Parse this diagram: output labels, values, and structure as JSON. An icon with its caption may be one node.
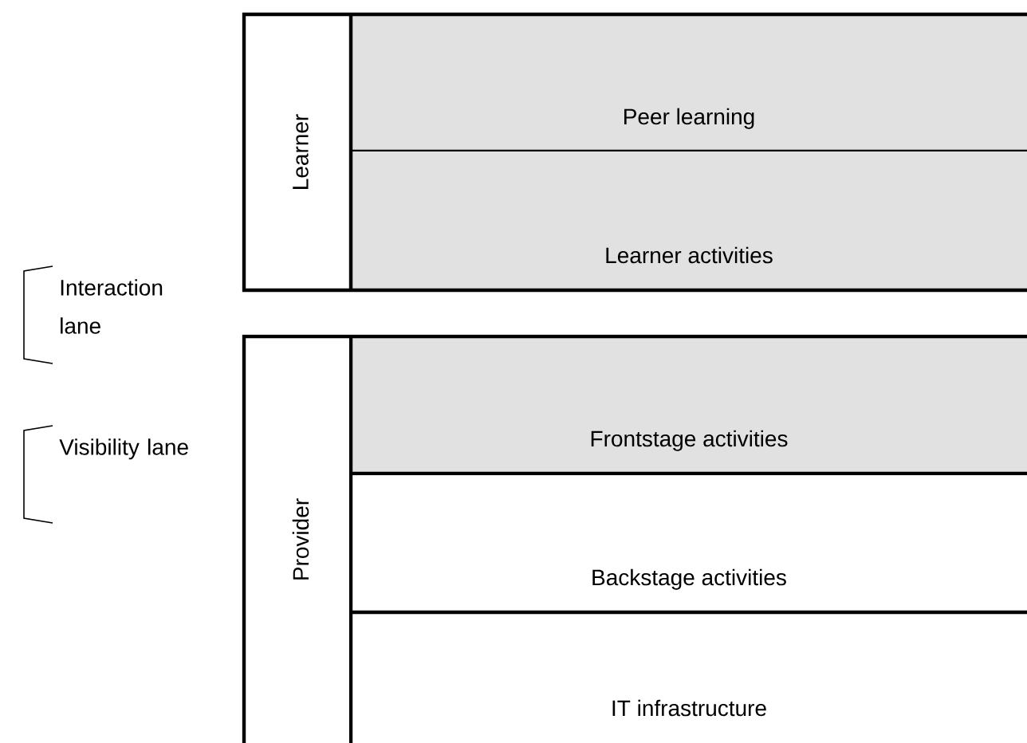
{
  "diagram": {
    "nodes": [
      {
        "text": [
          "Learner"
        ]
      },
      {
        "text": [
          "Peer learning"
        ],
        "in": 0
      },
      {
        "text": [
          "Learner activities"
        ],
        "in": 0
      },
      {
        "text": [
          "Provider"
        ]
      },
      {
        "text": [
          "Frontstage activities"
        ],
        "in": 3
      },
      {
        "text": [
          "Backstage activities"
        ],
        "in": 3
      },
      {
        "text": [
          "IT infrastructure"
        ],
        "in": 3
      }
    ],
    "labels": [
      "Interaction lane",
      "Visibility lane"
    ]
  }
}
